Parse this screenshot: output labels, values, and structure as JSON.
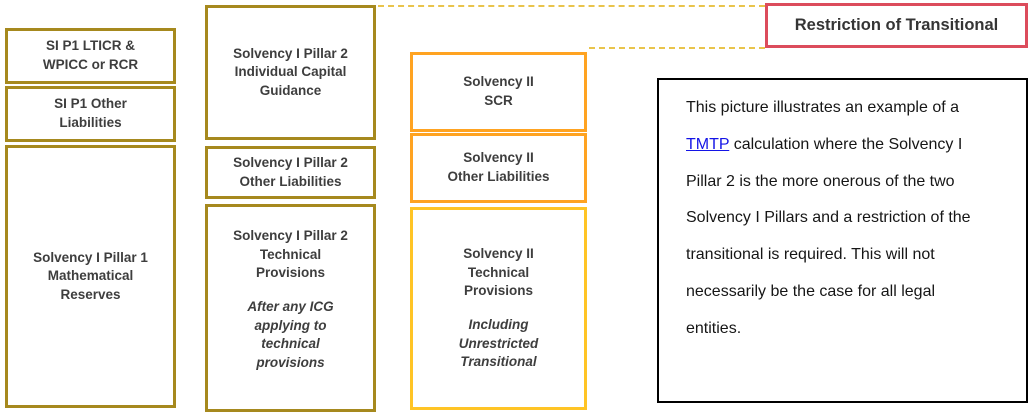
{
  "columns": {
    "si_pillar1": {
      "lticr": "SI P1 LTICR  &\nWPICC or RCR",
      "other_liabilities": "SI P1 Other\nLiabilities",
      "mathematical_reserves": "Solvency I Pillar 1\nMathematical\nReserves"
    },
    "si_pillar2": {
      "individual_capital_guidance": "Solvency I Pillar 2\nIndividual  Capital\nGuidance",
      "other_liabilities": "Solvency I Pillar 2\nOther Liabilities",
      "technical_provisions": "Solvency I Pillar 2\nTechnical\nProvisions",
      "technical_provisions_note": "After any ICG\napplying to\ntechnical\nprovisions"
    },
    "solvency_ii": {
      "scr": "Solvency II\nSCR",
      "other_liabilities": "Solvency II\nOther Liabilities",
      "technical_provisions": "Solvency II\nTechnical\nProvisions",
      "technical_provisions_note": "Including\nUnrestricted\nTransitional"
    }
  },
  "callout": {
    "label": "Restriction of Transitional"
  },
  "note": {
    "before_link": "This picture illustrates an example of a ",
    "link": "TMTP",
    "after_link": " calculation where the Solvency I Pillar 2 is the more onerous of the two Solvency I Pillars and a restriction of the transitional is required. This will not necessarily be the case for all legal entities."
  },
  "colors": {
    "si_border": "#A6891E",
    "sii_border": "#FFA321",
    "sii_transitional_border": "#FFC425",
    "connector": "#E9C44C",
    "callout_border": "#DC4C5C",
    "link": "#1414E6"
  }
}
